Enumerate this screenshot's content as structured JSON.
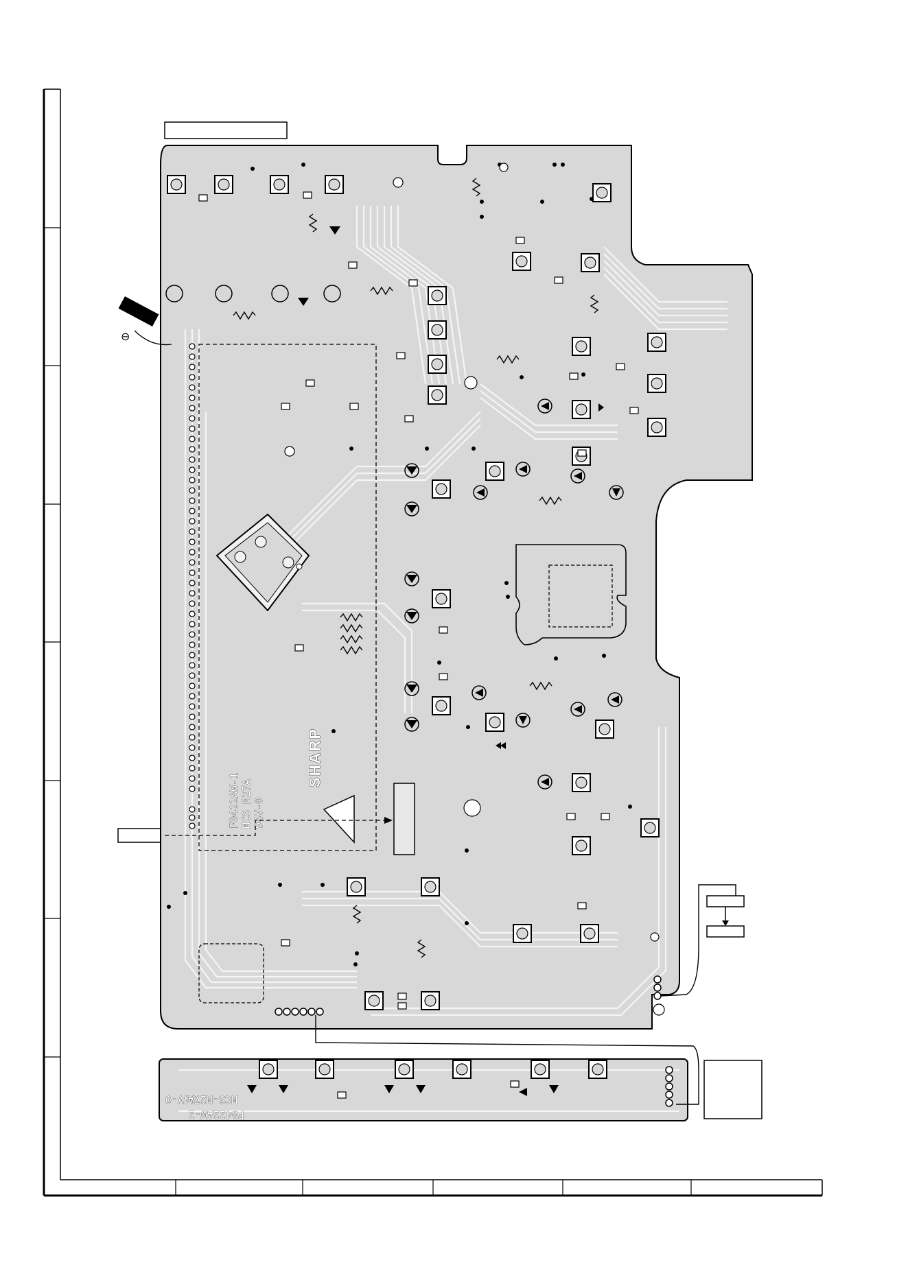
{
  "silkscreen": {
    "brand": "SHARP",
    "main_board_lines": [
      "F0422AW-1",
      "MCS M27A",
      "94V-0"
    ],
    "sub_board_lines": [
      "F0422AW-2",
      "94V-0",
      "MCS-M27A"
    ]
  },
  "polarity": {
    "plus": "⊕",
    "minus": "⊖"
  },
  "colors": {
    "board": "#d6d6d6",
    "trace": "#f4f4f4",
    "ink": "#000000"
  }
}
